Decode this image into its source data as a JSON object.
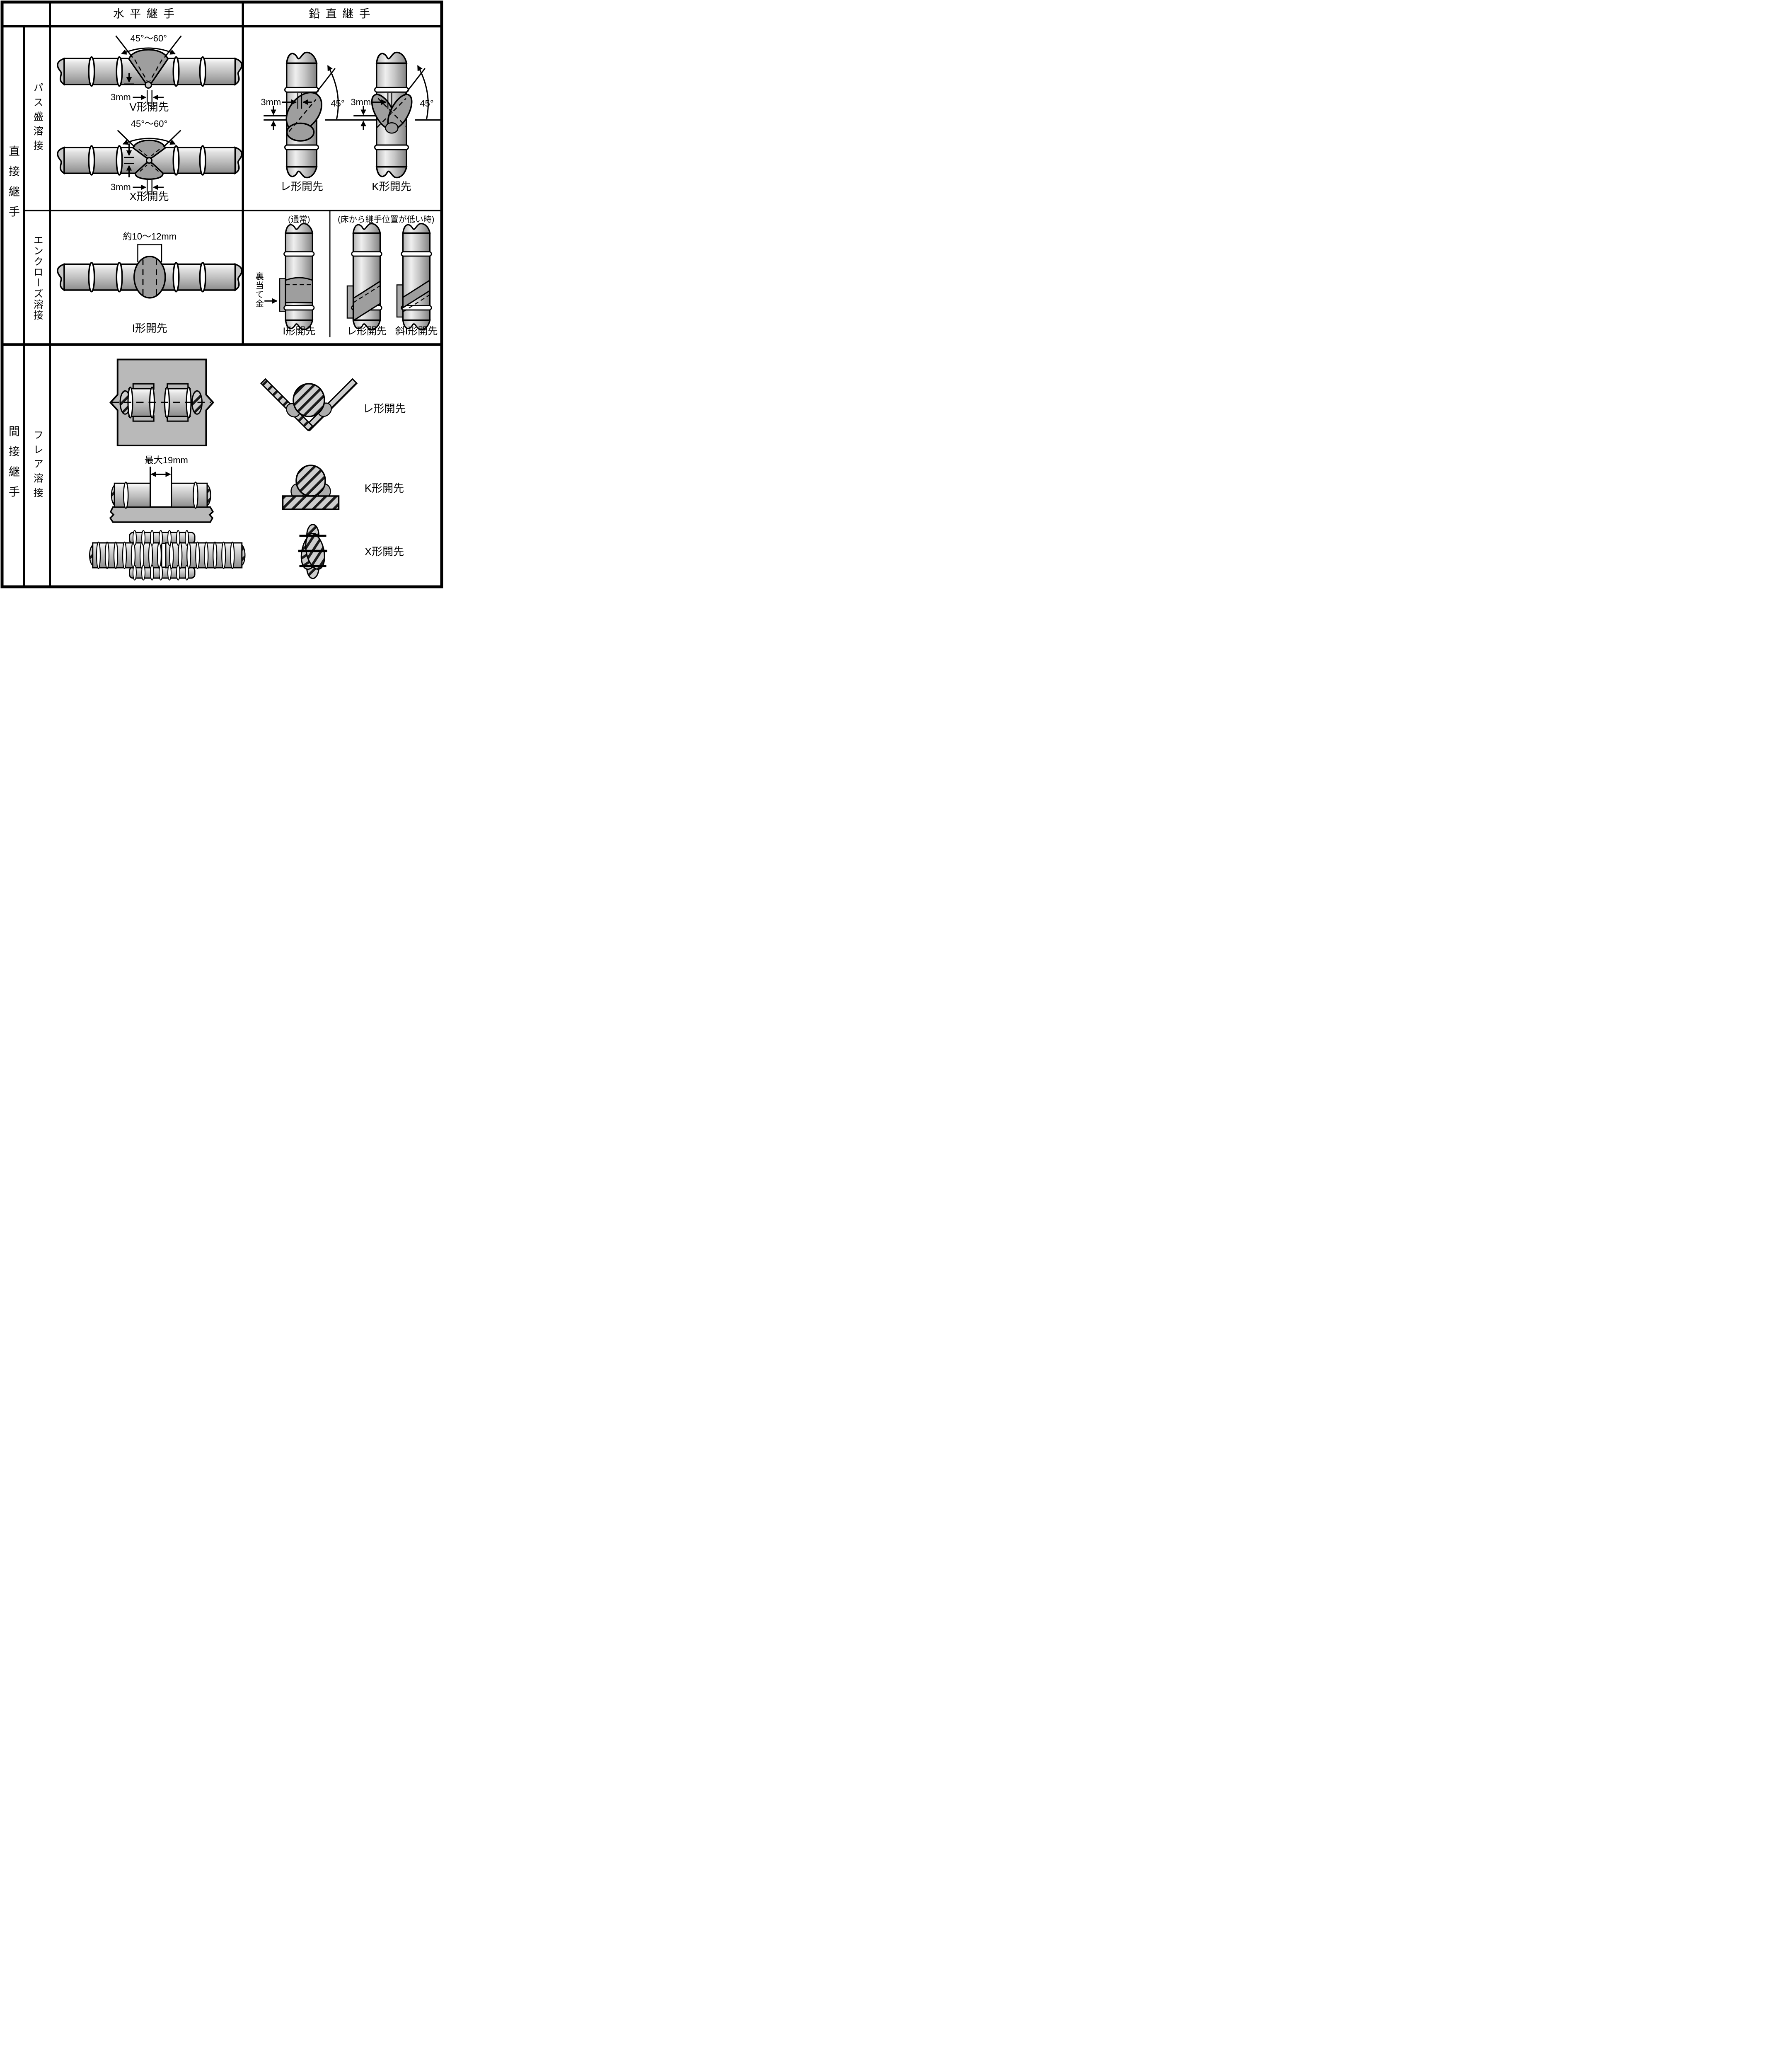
{
  "headers": {
    "horizontal": "水平継手",
    "vertical": "鉛直継手"
  },
  "groups": {
    "direct": "直接継手",
    "indirect": "間接継手"
  },
  "methods": {
    "pass": "パス盛溶接",
    "enclose": "エンクローズ溶接",
    "flare": "フレア溶接"
  },
  "pass_h": {
    "v_angle": "45°〜60°",
    "v_gap": "3mm",
    "v_label": "V形開先",
    "x_angle": "45°〜60°",
    "x_gap": "3mm",
    "x_label": "X形開先"
  },
  "pass_v": {
    "re_gap": "3mm",
    "re_angle": "45°",
    "re_label": "レ形開先",
    "k_gap": "3mm",
    "k_angle": "45°",
    "k_label": "K形開先"
  },
  "enclose_h": {
    "gap": "約10〜12mm",
    "label": "I形開先"
  },
  "enclose_v": {
    "normal": "(通常)",
    "low": "(床から継手位置が低い時)",
    "backing": "裏当て金",
    "i_label": "I形開先",
    "re_label": "レ形開先",
    "slant_label": "斜I形開先"
  },
  "flare": {
    "gap": "最大19mm",
    "re_label": "レ形開先",
    "k_label": "K形開先",
    "x_label": "X形開先"
  }
}
